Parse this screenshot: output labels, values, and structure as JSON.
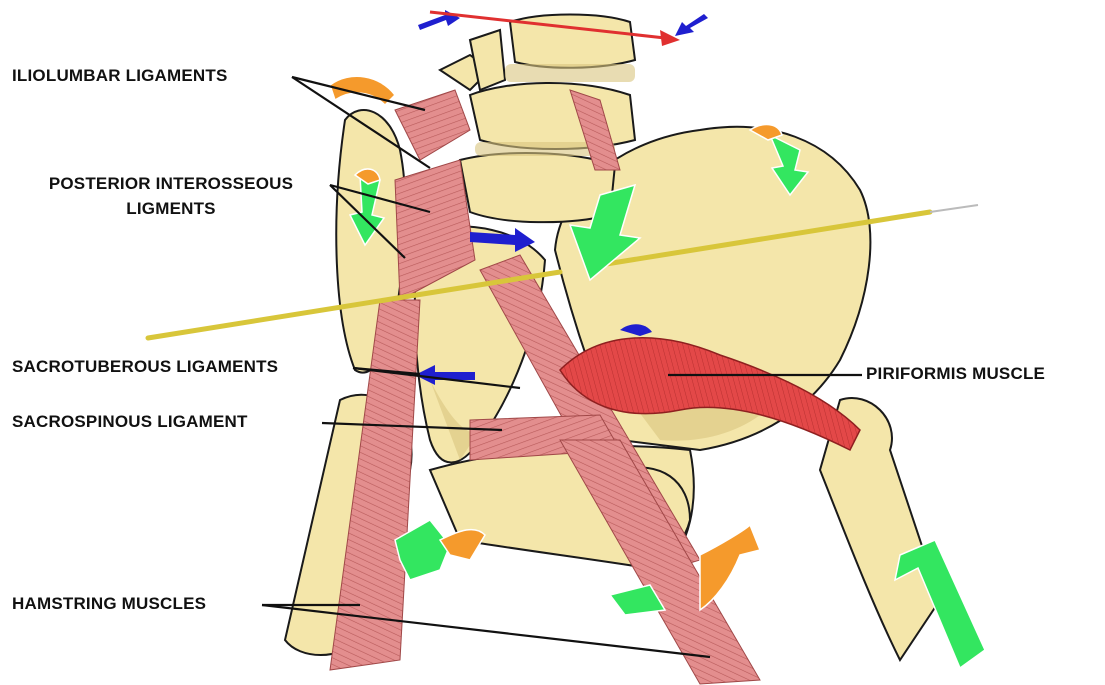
{
  "labels": {
    "iliolumbar": "ILIOLUMBAR LIGAMENTS",
    "posterior_line1": "POSTERIOR INTEROSSEOUS",
    "posterior_line2": "LIGMENTS",
    "sacrotuberous": "SACROTUBEROUS LIGAMENTS",
    "sacrospinous": "SACROSPINOUS  LIGAMENT",
    "hamstring": "HAMSTRING MUSCLES",
    "piriformis": "PIRIFORMIS MUSCLE"
  },
  "colors": {
    "bone": "#f4e6aa",
    "bone_shadow": "#d9c47e",
    "bone_outline": "#1a1a1a",
    "ligament": "#e38e8e",
    "ligament_stripe": "#b85a5a",
    "muscle": "#e64545",
    "arrow_green": "#33e660",
    "arrow_orange": "#f59a2c",
    "arrow_blue": "#1f1fcf",
    "arrow_red": "#e03030",
    "rod": "#d8c63a"
  }
}
